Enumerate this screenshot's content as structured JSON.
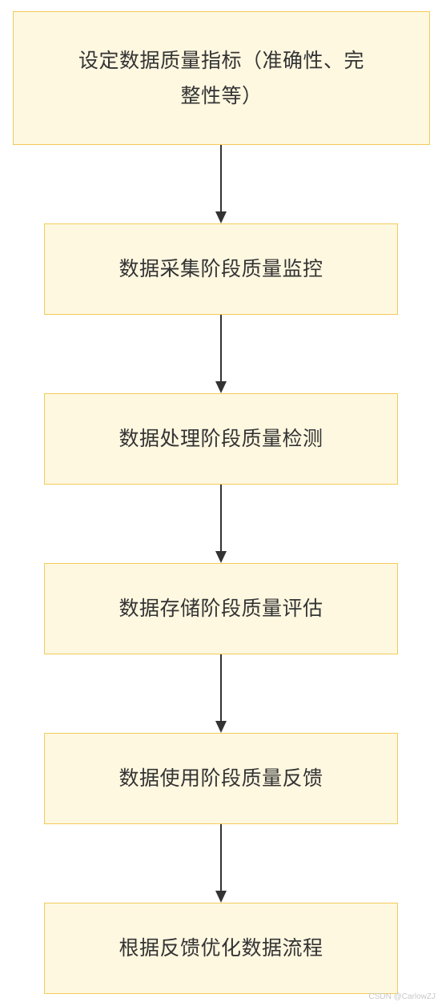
{
  "nodes": [
    {
      "id": "n0",
      "line1": "设定数据质量指标（准确性、完",
      "line2": "整性等）"
    },
    {
      "id": "n1",
      "label": "数据采集阶段质量监控"
    },
    {
      "id": "n2",
      "label": "数据处理阶段质量检测"
    },
    {
      "id": "n3",
      "label": "数据存储阶段质量评估"
    },
    {
      "id": "n4",
      "label": "数据使用阶段质量反馈"
    },
    {
      "id": "n5",
      "label": "根据反馈优化数据流程"
    }
  ],
  "edges": [
    {
      "from": "n0",
      "to": "n1"
    },
    {
      "from": "n1",
      "to": "n2"
    },
    {
      "from": "n2",
      "to": "n3"
    },
    {
      "from": "n3",
      "to": "n4"
    },
    {
      "from": "n4",
      "to": "n5"
    }
  ],
  "colors": {
    "node_fill": "#fff8e1",
    "node_border": "#f2cb5a",
    "edge": "#333333",
    "text": "#333333"
  },
  "watermark": "CSDN @CarlowZJ"
}
